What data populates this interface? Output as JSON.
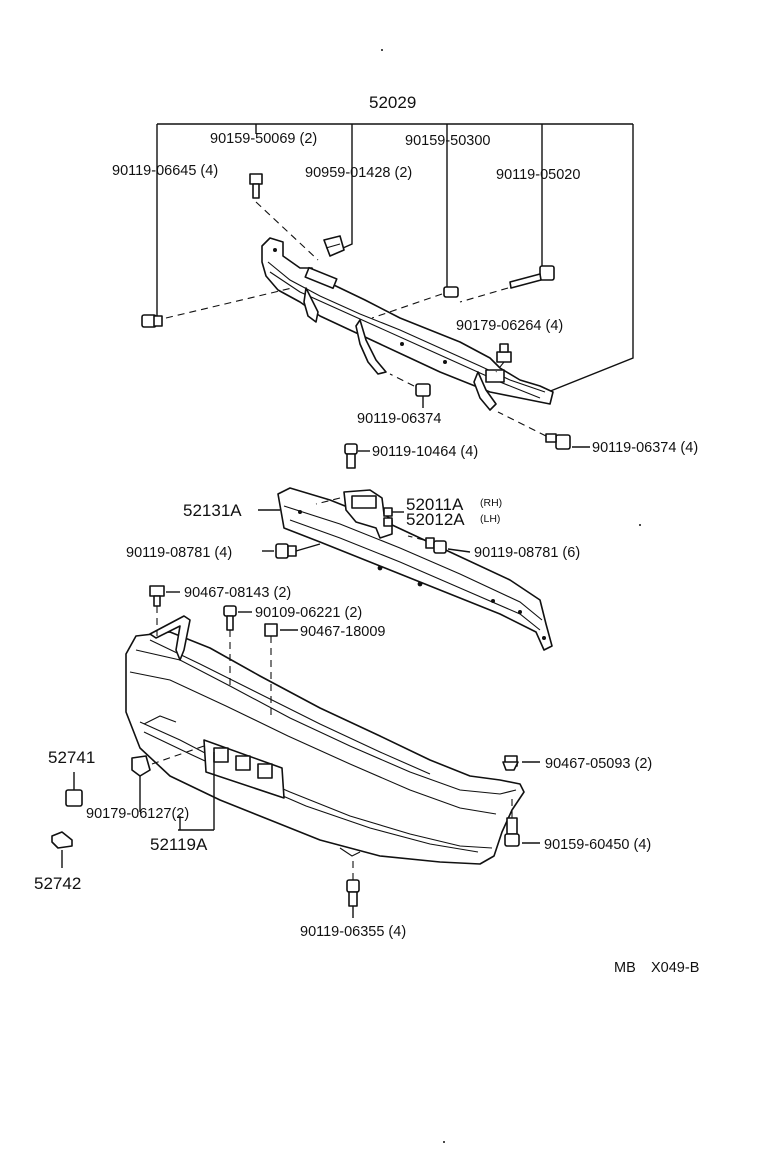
{
  "callouts": {
    "assembly_52029": "52029",
    "p90159_50069": "90159-50069 (2)",
    "p90159_50300": "90159-50300",
    "p90119_06645": "90119-06645 (4)",
    "p90959_01428": "90959-01428 (2)",
    "p90119_05020": "90119-05020",
    "p90179_06264": "90179-06264 (4)",
    "p90119_06374_a": "90119-06374",
    "p90119_06374_b": "90119-06374 (4)",
    "p90119_10464": "90119-10464 (4)",
    "p52131A": "52131A",
    "p52011A": "52011A",
    "p52011A_side": "(RH)",
    "p52012A": "52012A",
    "p52012A_side": "(LH)",
    "p90119_08781_a": "90119-08781 (4)",
    "p90119_08781_b": "90119-08781 (6)",
    "p90467_08143": "90467-08143 (2)",
    "p90109_06221": "90109-06221 (2)",
    "p90467_18009": "90467-18009",
    "p52741": "52741",
    "p90467_05093": "90467-05093 (2)",
    "p90179_06127": "90179-06127(2)",
    "p52119A": "52119A",
    "p90159_60450": "90159-60450 (4)",
    "p52742": "52742",
    "p90119_06355": "90119-06355 (4)"
  },
  "footer": {
    "code_prefix": "MB",
    "code": "X049-B"
  }
}
